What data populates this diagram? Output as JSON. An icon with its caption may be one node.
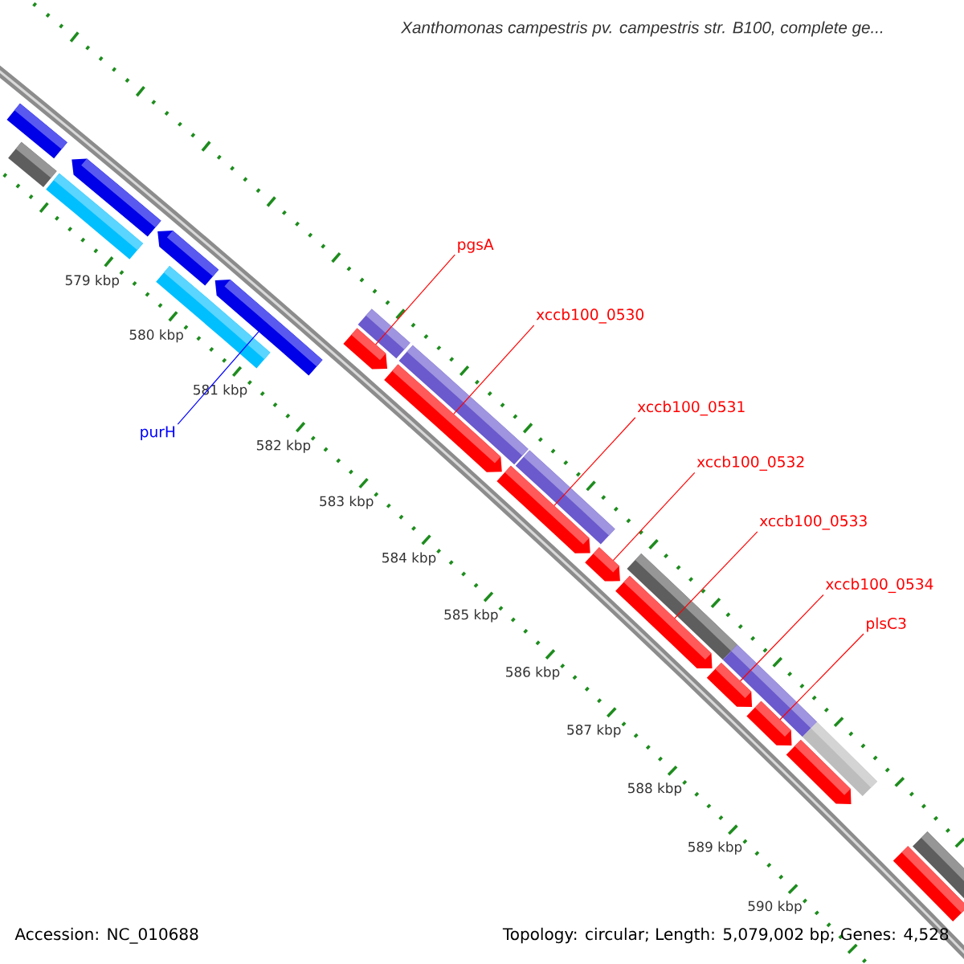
{
  "diagram": {
    "title": "Xanthomonas campestris pv. campestris str. B100, complete ge...",
    "nodes": [
      {
        "text": [],
        "shape": "bar"
      },
      {
        "text": [],
        "shape": "bar"
      },
      {
        "text": [],
        "shape": "bar"
      },
      {
        "text": [],
        "shape": "arrow"
      },
      {
        "text": [],
        "shape": "arrow"
      },
      {
        "text": [],
        "shape": "bar"
      },
      {
        "text": [],
        "shape": "arrow"
      },
      {
        "text": [],
        "shape": "bar"
      },
      {
        "text": [],
        "shape": "arrow"
      },
      {
        "text": [],
        "shape": "bar"
      },
      {
        "text": [],
        "shape": "arrow"
      },
      {
        "text": [],
        "shape": "arrow"
      },
      {
        "text": [],
        "shape": "bar"
      },
      {
        "text": [],
        "shape": "arrow"
      },
      {
        "text": [],
        "shape": "bar"
      },
      {
        "text": [],
        "shape": "arrow"
      },
      {
        "text": [],
        "shape": "bar"
      },
      {
        "text": [],
        "shape": "arrow"
      },
      {
        "text": [],
        "shape": "arrow"
      },
      {
        "text": [],
        "shape": "bar"
      },
      {
        "text": [],
        "shape": "arrow"
      },
      {
        "text": [],
        "shape": "bar"
      },
      {
        "text": [],
        "shape": "bar"
      },
      {
        "text": [
          "pgsA"
        ]
      },
      {
        "text": [
          "xccb100_0530"
        ]
      },
      {
        "text": [
          "xccb100_0531"
        ]
      },
      {
        "text": [
          "xccb100_0532"
        ]
      },
      {
        "text": [
          "xccb100_0533"
        ]
      },
      {
        "text": [
          "xccb100_0534"
        ]
      },
      {
        "text": [
          "plsC3"
        ]
      },
      {
        "text": [
          "purH"
        ]
      }
    ],
    "edges": [
      {
        "from": 23,
        "to": 8,
        "arrow": "none"
      },
      {
        "from": 24,
        "to": 10,
        "arrow": "none"
      },
      {
        "from": 25,
        "to": 11,
        "arrow": "none"
      },
      {
        "from": 26,
        "to": 13,
        "arrow": "none"
      },
      {
        "from": 27,
        "to": 15,
        "arrow": "none"
      },
      {
        "from": 28,
        "to": 17,
        "arrow": "none"
      },
      {
        "from": 29,
        "to": 18,
        "arrow": "none"
      },
      {
        "from": 30,
        "to": 6,
        "arrow": "none",
        "color": "#0000ff"
      }
    ],
    "labels": [
      "579 kbp",
      "580 kbp",
      "581 kbp",
      "582 kbp",
      "583 kbp",
      "584 kbp",
      "585 kbp",
      "586 kbp",
      "587 kbp",
      "588 kbp",
      "589 kbp",
      "590 kbp",
      "Accession: NC_010688",
      "Topology: circular; Length: 5,079,002 bp; Genes: 4,528"
    ]
  }
}
